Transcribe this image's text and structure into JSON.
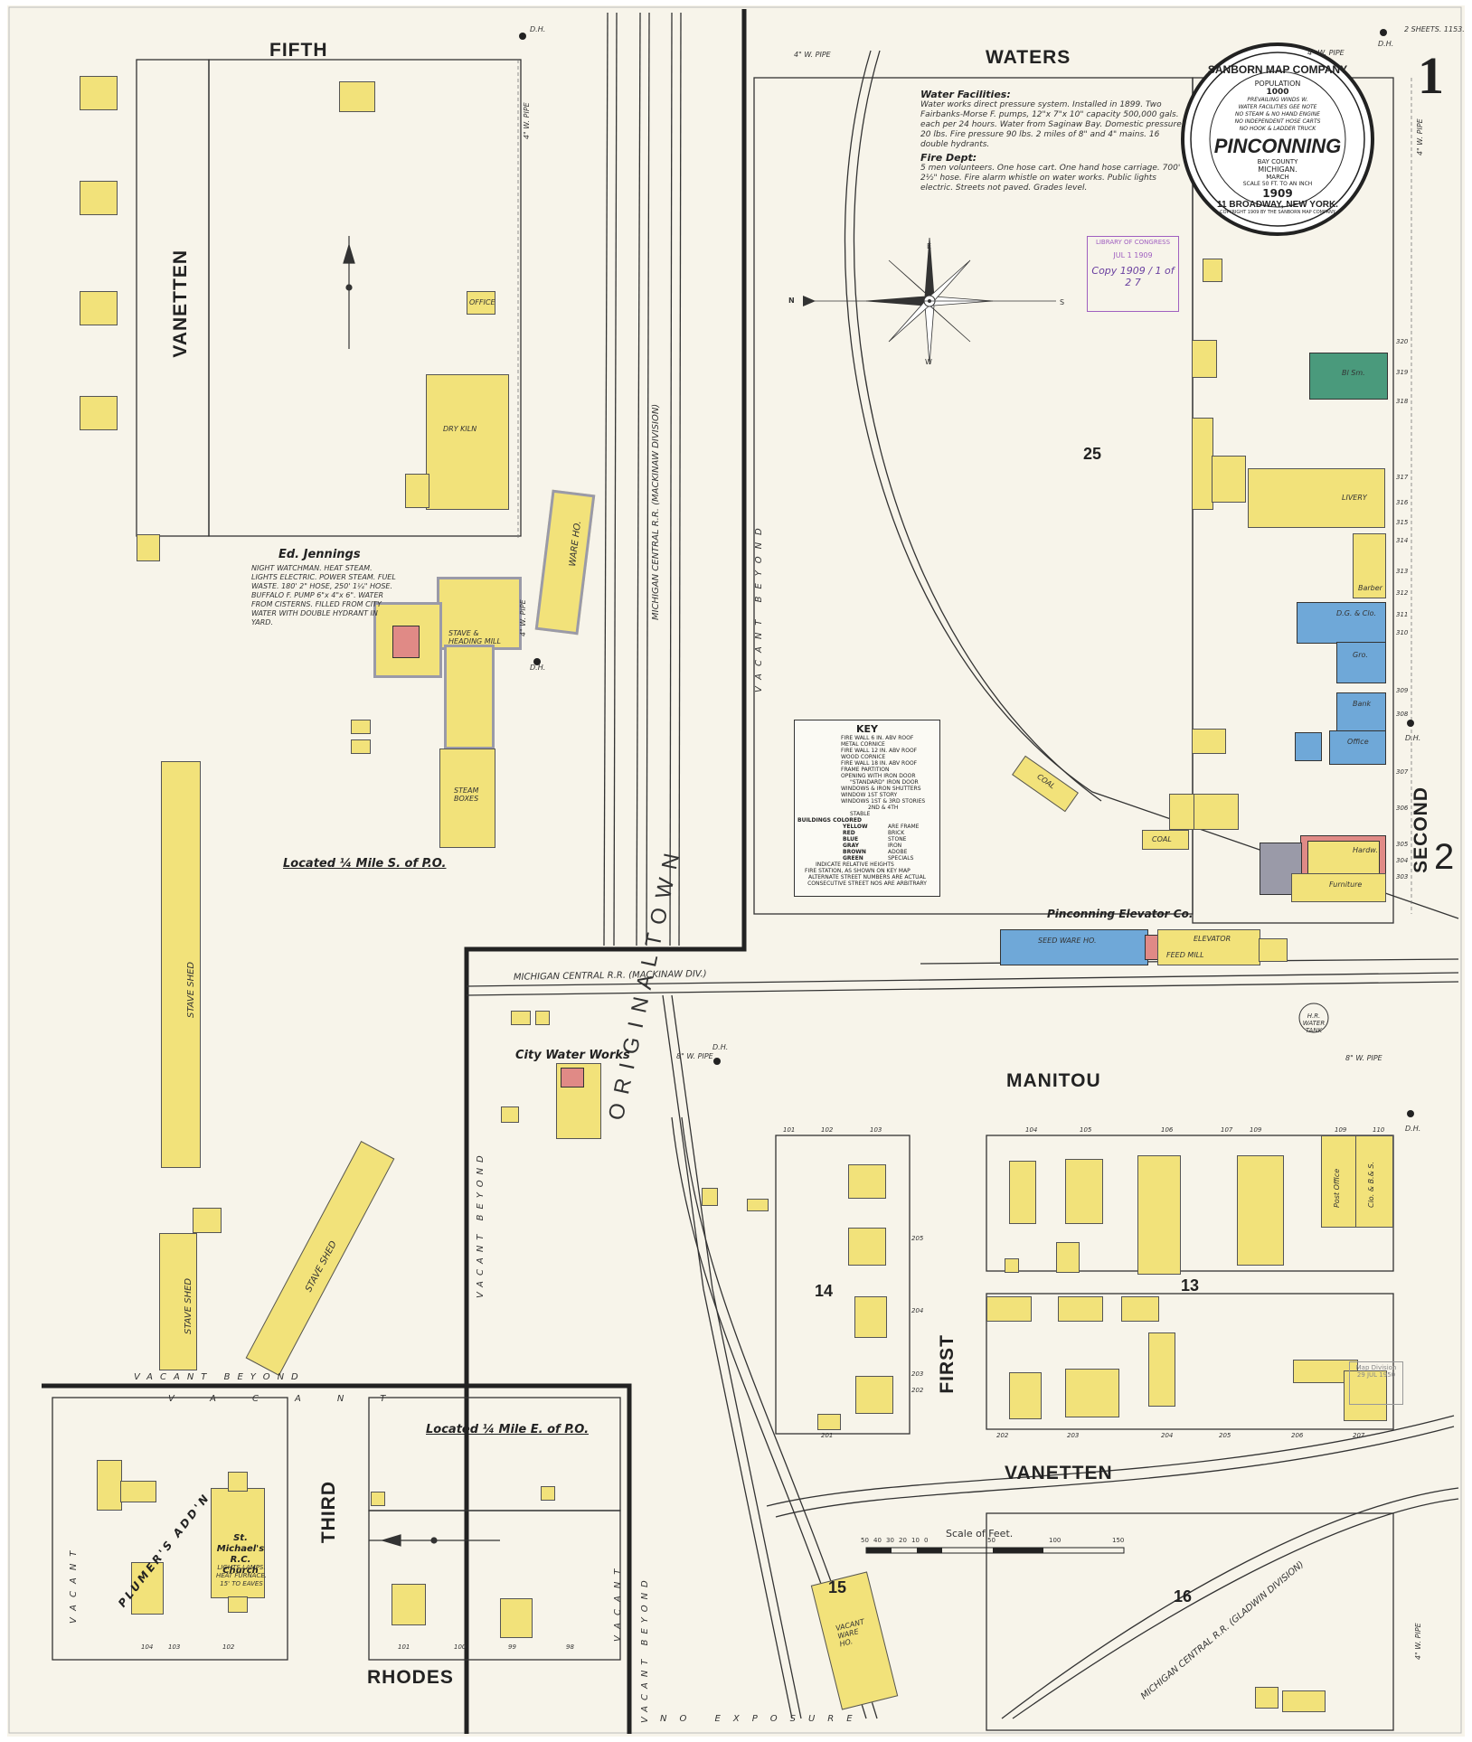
{
  "sheet": {
    "number": "1",
    "sheets_note": "2 SHEETS. 1153.",
    "next_sheet_ref": "2"
  },
  "cartouche": {
    "company": "SANBORN MAP COMPANY",
    "population_label": "POPULATION",
    "population": "1000",
    "info_lines": [
      "PREVAILING WINDS W.",
      "WATER FACILITIES GEE NOTE",
      "NO STEAM & NO HAND ENGINE",
      "NO INDEPENDENT HOSE CARTS",
      "NO HOOK & LADDER TRUCK"
    ],
    "town": "PINCONNING",
    "county": "BAY COUNTY",
    "state": "MICHIGAN.",
    "month": "MARCH",
    "scale": "SCALE 50 FT. TO AN INCH",
    "year": "1909",
    "address": "11 BROADWAY, NEW YORK.",
    "copyright": "COPYRIGHT 1909 BY THE SANBORN MAP COMPANY"
  },
  "water_facilities": {
    "title": "Water Facilities:",
    "text": "Water works direct pressure system. Installed in 1899. Two Fairbanks-Morse F. pumps, 12\"x 7\"x 10\" capacity 500,000 gals. each per 24 hours. Water from Saginaw Bay. Domestic pressure 20 lbs. Fire pressure 90 lbs. 2 miles of 8\" and 4\" mains. 16 double hydrants.",
    "fire_title": "Fire Dept:",
    "fire_text": "5 men volunteers. One hose cart. One hand hose carriage. 700' 2½\" hose. Fire alarm whistle on water works. Public lights electric. Streets not paved. Grades level."
  },
  "streets": {
    "fifth": "FIFTH",
    "waters": "WATERS",
    "vanetten_west": "VANETTEN",
    "vanetten_south": "VANETTEN",
    "manitou": "MANITOU",
    "first": "FIRST",
    "second": "SECOND",
    "third": "THIRD",
    "rhodes": "RHODES"
  },
  "blocks": [
    "25",
    "14",
    "13",
    "15",
    "16"
  ],
  "town_letters": "O R I G I N A L   T O W N",
  "railroads": {
    "mc_vertical": "MICHIGAN CENTRAL R.R. (MACKINAW DIVISION)",
    "mc_horizontal": "MICHIGAN CENTRAL R.R. (MACKINAW DIV.)",
    "gladwin": "MICHIGAN CENTRAL R.R. (GLADWIN DIVISION)"
  },
  "labels": {
    "ed_jennings": "Ed. Jennings",
    "jennings_note": "NIGHT WATCHMAN. HEAT STEAM. LIGHTS ELECTRIC. POWER STEAM. FUEL WASTE. 180' 2\" HOSE, 250' 1¼\" HOSE. BUFFALO F. PUMP 6\"x 4\"x 6\". WATER FROM CISTERNS. FILLED FROM CITY WATER WITH DOUBLE HYDRANT IN YARD.",
    "stave_mill": "STAVE & HEADING MILL",
    "dry_kiln": "DRY KILN",
    "steam_boxes": "STEAM BOXES",
    "office": "OFFICE",
    "located_s": "Located ¼ Mile S. of P.O.",
    "located_e": "Located ¼ Mile E. of P.O.",
    "stave_shed": "STAVE SHED",
    "city_water_works": "City Water Works",
    "ware_ho": "WARE HO.",
    "coal": "COAL",
    "elevator_co": "Pinconning Elevator Co.",
    "seed_ware": "SEED WARE HO.",
    "elevator": "ELEVATOR",
    "feed_mill": "FEED MILL",
    "livery": "LIVERY",
    "bl_sm": "Bl Sm.",
    "barber": "Barber",
    "dg_clo": "D.G. & Clo.",
    "gro": "Gro.",
    "bank": "Bank",
    "office_small": "Office",
    "hardw": "Hardw.",
    "furniture": "Furniture",
    "post_office": "Post Office",
    "clo_bs": "Clo. & B.& S.",
    "plumers": "PLUMER'S ADD'N",
    "church": "St. Michael's R.C. Church",
    "church_note": "LIGHTS LAMPS. HEAT FURNACE. 15' TO EAVES",
    "vacant_ware": "VACANT WARE HO.",
    "vacant_beyond": "VACANT BEYOND",
    "vacant": "VACANT",
    "no_exposure": "NO EXPOSURE",
    "water_tank": "H.R. WATER TANK",
    "pipe_4": "4\" W. PIPE",
    "pipe_8": "8\" W. PIPE",
    "dh": "D.H."
  },
  "key": {
    "title": "KEY",
    "lines": [
      "FIRE WALL 6 IN. ABV ROOF",
      "METAL CORNICE",
      "FIRE WALL 12 IN. ABV ROOF",
      "WOOD CORNICE",
      "FIRE WALL 18 IN. ABV ROOF",
      "FRAME PARTITION",
      "OPENING WITH IRON DOOR",
      "\"STANDARD\" IRON DOOR",
      "WINDOWS & IRON SHUTTERS",
      "WINDOW 1ST STORY",
      "WINDOWS 1ST & 3RD STORIES",
      "2ND & 4TH",
      "STABLE"
    ],
    "colors_title": "BUILDINGS COLORED",
    "color_rows": [
      [
        "YELLOW",
        "ARE FRAME"
      ],
      [
        "RED",
        "BRICK"
      ],
      [
        "BLUE",
        "STONE"
      ],
      [
        "GRAY",
        "IRON"
      ],
      [
        "BROWN",
        "ADOBE"
      ],
      [
        "GREEN",
        "SPECIALS"
      ]
    ],
    "footer": [
      "INDICATE RELATIVE HEIGHTS",
      "FIRE STATION, AS SHOWN ON KEY MAP",
      "ALTERNATE STREET NUMBERS ARE ACTUAL",
      "CONSECUTIVE STREET NOS ARE ARBITRARY"
    ]
  },
  "scale_bar": {
    "title": "Scale of Feet.",
    "ticks": [
      "50",
      "40",
      "30",
      "20",
      "10",
      "0",
      "50",
      "100",
      "150"
    ]
  },
  "stamps": {
    "library": "LIBRARY OF CONGRESS",
    "received": "JUL 1 1909",
    "copy_line": "Copy 1909 / 1 of 2 7",
    "division": "Map Division 29 JUL 1950"
  },
  "compass": {
    "n": "N",
    "s": "S",
    "e": "E",
    "w": "W"
  },
  "colors": {
    "paper": "#f7f4ea",
    "frame": "#f2e27a",
    "brick": "#e08a86",
    "stone": "#6fa8d8",
    "specials": "#4a9a7c",
    "iron": "#9a9aa8",
    "ink": "#2a2a2a"
  },
  "house_numbers": {
    "block14_top": [
      "101",
      "102",
      "103"
    ],
    "block13_top": [
      "104",
      "105",
      "106",
      "107",
      "109",
      "109",
      "110"
    ],
    "block13_bottom": [
      "202",
      "203",
      "204",
      "205",
      "206",
      "207"
    ],
    "second_st": [
      "320",
      "319",
      "318",
      "317",
      "316",
      "315",
      "314",
      "313",
      "312",
      "311",
      "310",
      "309",
      "308",
      "307",
      "306",
      "305",
      "304",
      "303"
    ],
    "rhodes": [
      "104",
      "103",
      "102",
      "101",
      "100",
      "99",
      "98"
    ],
    "first_st": [
      "205",
      "204",
      "203",
      "202",
      "201"
    ]
  }
}
